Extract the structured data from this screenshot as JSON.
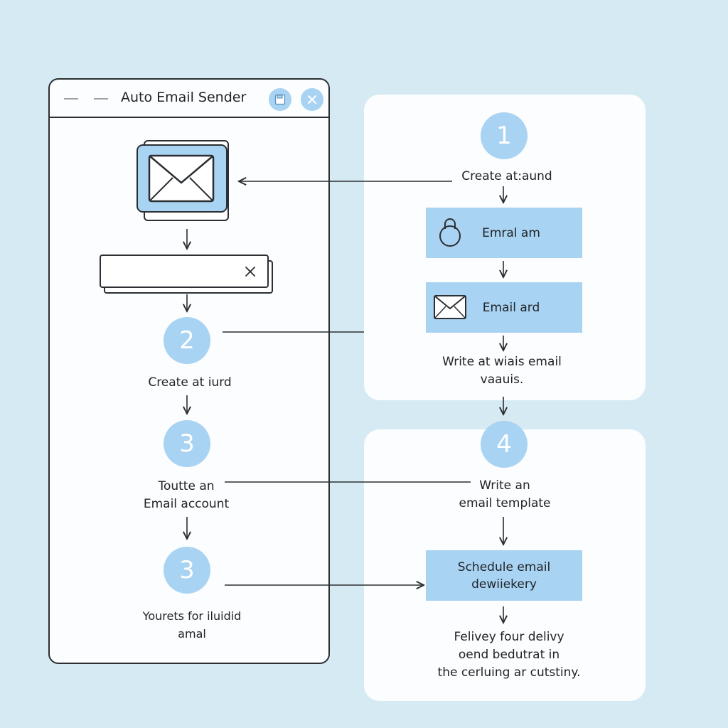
{
  "window": {
    "title": "Auto Email Sender",
    "dismiss_icon": "close-icon",
    "save_icon": "save-icon"
  },
  "left": {
    "step2": {
      "number": "2",
      "label": "Create at iurd"
    },
    "step3a": {
      "number": "3",
      "label_line1": "Toutte an",
      "label_line2": "Email account"
    },
    "step3b": {
      "number": "3",
      "label_line1": "Yourets for iluidid",
      "label_line2": "amal"
    }
  },
  "right": {
    "step1": {
      "number": "1",
      "label": "Create at:aund"
    },
    "box_email_am": {
      "label": "Emral am",
      "icon": "lock-icon"
    },
    "box_email_ard": {
      "label": "Email ard",
      "icon": "envelope-icon"
    },
    "write_note": {
      "line1": "Write at wiais email",
      "line2": "vaauis."
    },
    "step4": {
      "number": "4",
      "label_line1": "Write an",
      "label_line2": "email template"
    },
    "schedule_box": {
      "line1": "Schedule email",
      "line2": "dewiiekery"
    },
    "footer_note": {
      "line1": "Felivey four delivy",
      "line2": "oend bedutrat in",
      "line3": "the cerluing ar cutstiny."
    }
  },
  "colors": {
    "background": "#d6eaf3",
    "accent": "#a9d3f2",
    "panel": "#fbfdfe",
    "stroke": "#2b2f33"
  }
}
